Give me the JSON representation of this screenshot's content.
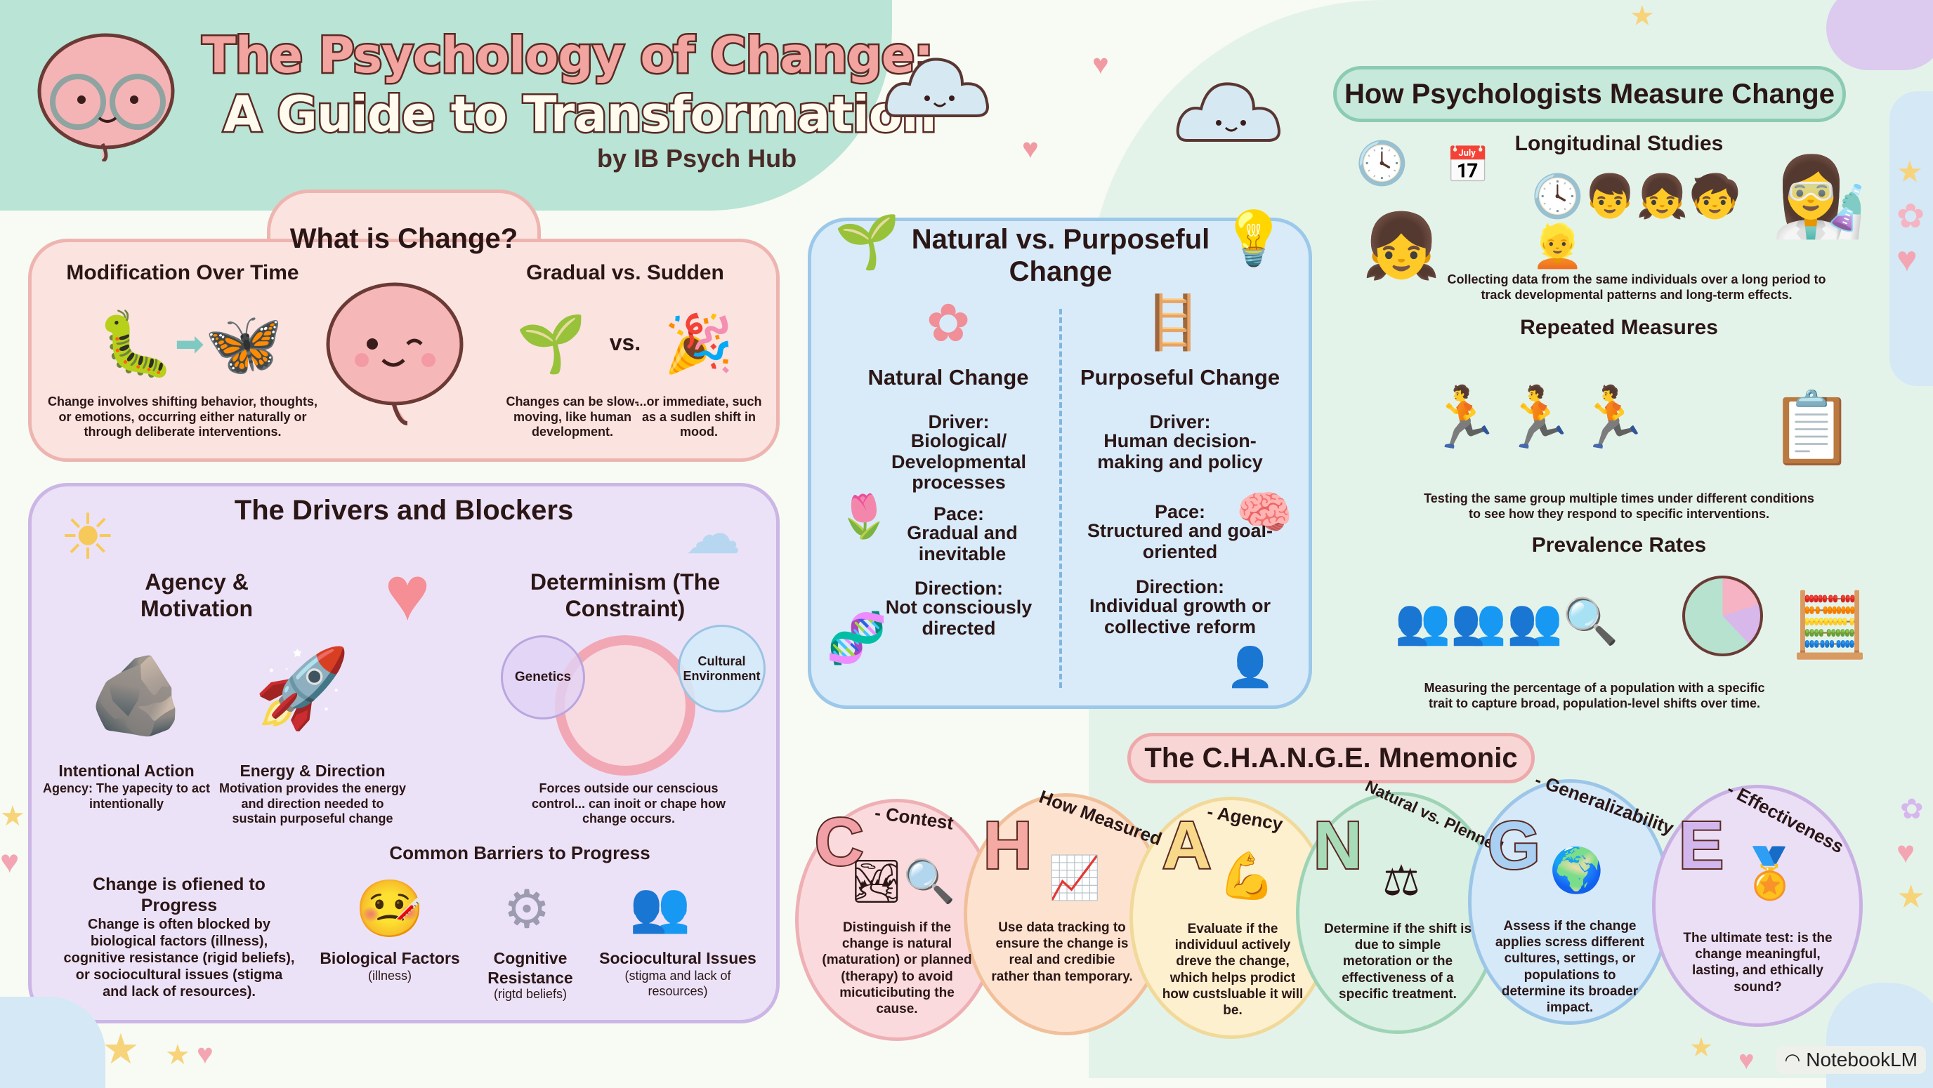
{
  "header": {
    "title_line1": "The Psychology of Change:",
    "title_line2": "A Guide to Transformation",
    "byline": "by IB Psych Hub"
  },
  "what_is_change": {
    "title": "What is Change?",
    "modification": {
      "heading": "Modification Over Time",
      "text": "Change involves shifting behavior, thoughts, or emotions, occurring either naturally or through deliberate interventions."
    },
    "gradual_vs_sudden": {
      "heading": "Gradual vs. Sudden",
      "vs_label": "vs.",
      "gradual_text": "Changes can be slow-moving, like human development.",
      "sudden_text": "...or immediate, such as a sudlen shift in mood."
    }
  },
  "drivers_blockers": {
    "title": "The Drivers and Blockers",
    "agency": {
      "heading": "Agency & Motivation",
      "items": [
        {
          "label": "Intentional Action",
          "text": "Agency: The yapecity to act intentionally"
        },
        {
          "label": "Energy & Direction",
          "text": "Motivation provides the energy and direction needed to sustain purposeful change"
        }
      ]
    },
    "determinism": {
      "heading": "Determinism (The Constraint)",
      "bubble_left": "Genetics",
      "bubble_right": "Cultural Environment",
      "text": "Forces outside our censcious control... can inoit or chape how change occurs."
    },
    "blocked": {
      "heading": "Change is ofiened to Progress",
      "text": "Change is often blocked by biological factors (illness), cognitive resistance (rigid beliefs), or sociocultural issues (stigma and lack of resources)."
    },
    "barriers": {
      "heading": "Common Barriers to Progress",
      "items": [
        {
          "label": "Biological Factors",
          "sub": "(illness)"
        },
        {
          "label": "Cognitive Resistance",
          "sub": "(rigtd beliefs)"
        },
        {
          "label": "Sociocultural Issues",
          "sub": "(stigma and lack of resources)"
        }
      ]
    }
  },
  "natural_vs_purposeful": {
    "title": "Natural vs. Purposeful Change",
    "natural": {
      "heading": "Natural Change",
      "driver_label": "Driver:",
      "driver": "Biological/ Developmental processes",
      "pace_label": "Pace:",
      "pace": "Gradual and inevitable",
      "direction_label": "Direction:",
      "direction": "Not consciously directed"
    },
    "purposeful": {
      "heading": "Purposeful Change",
      "driver_label": "Driver:",
      "driver": "Human decision-making and policy",
      "pace_label": "Pace:",
      "pace": "Structured and goal-oriented",
      "direction_label": "Direction:",
      "direction": "Individual growth or collective reform"
    }
  },
  "measure": {
    "title": "How Psychologists Measure Change",
    "methods": [
      {
        "heading": "Longitudinal Studies",
        "text": "Collecting data from the same individuals over a long period to track developmental patterns and long-term effects."
      },
      {
        "heading": "Repeated Measures",
        "text": "Testing the same group multiple times under different conditions to see how they respond to specific interventions."
      },
      {
        "heading": "Prevalence Rates",
        "text": "Measuring the percentage of a population with a specific trait to capture broad, population-level shifts over time."
      }
    ]
  },
  "mnemonic": {
    "title": "The C.H.A.N.G.E. Mnemonic",
    "items": [
      {
        "letter": "C",
        "title": "- Contest",
        "text": "Distinguish if the change is natural (maturation) or planned (therapy) to avoid micuticibuting the cause.",
        "bg": "#fadadd",
        "border": "#eeb0b5",
        "letter_color": "#f2a0a8"
      },
      {
        "letter": "H",
        "title": "How Measured",
        "text": "Use data tracking to ensure the change is real and credibie rather than temporary.",
        "bg": "#fde3cf",
        "border": "#f1c09a",
        "letter_color": "#f4a9a3"
      },
      {
        "letter": "A",
        "title": "- Agency",
        "text": "Evaluate if the individuul actively dreve the change, which helps prodict how custsluable it will be.",
        "bg": "#fdf0cf",
        "border": "#f1d99a",
        "letter_color": "#f8d98a"
      },
      {
        "letter": "N",
        "title": "Natural vs. Plenned",
        "text": "Determine if the shift is due to simple metoration or the effectiveness of a specific treatment.",
        "bg": "#d9f0e2",
        "border": "#9fd3b5",
        "letter_color": "#a8dcb8"
      },
      {
        "letter": "G",
        "title": "- Generalizability",
        "text": "Assess if the change applies scress different cultures, settings, or populations to determine its broader impact.",
        "bg": "#d6e9f8",
        "border": "#9cc6e8",
        "letter_color": "#a9d0f2"
      },
      {
        "letter": "E",
        "title": "- Effectiveness",
        "text": "The ultimate test: is the change meaningful, lasting, and ethically sound?",
        "bg": "#ebdff6",
        "border": "#c9b0e3",
        "letter_color": "#d2b6ee"
      }
    ]
  },
  "footer": {
    "brand": "NotebookLM"
  }
}
